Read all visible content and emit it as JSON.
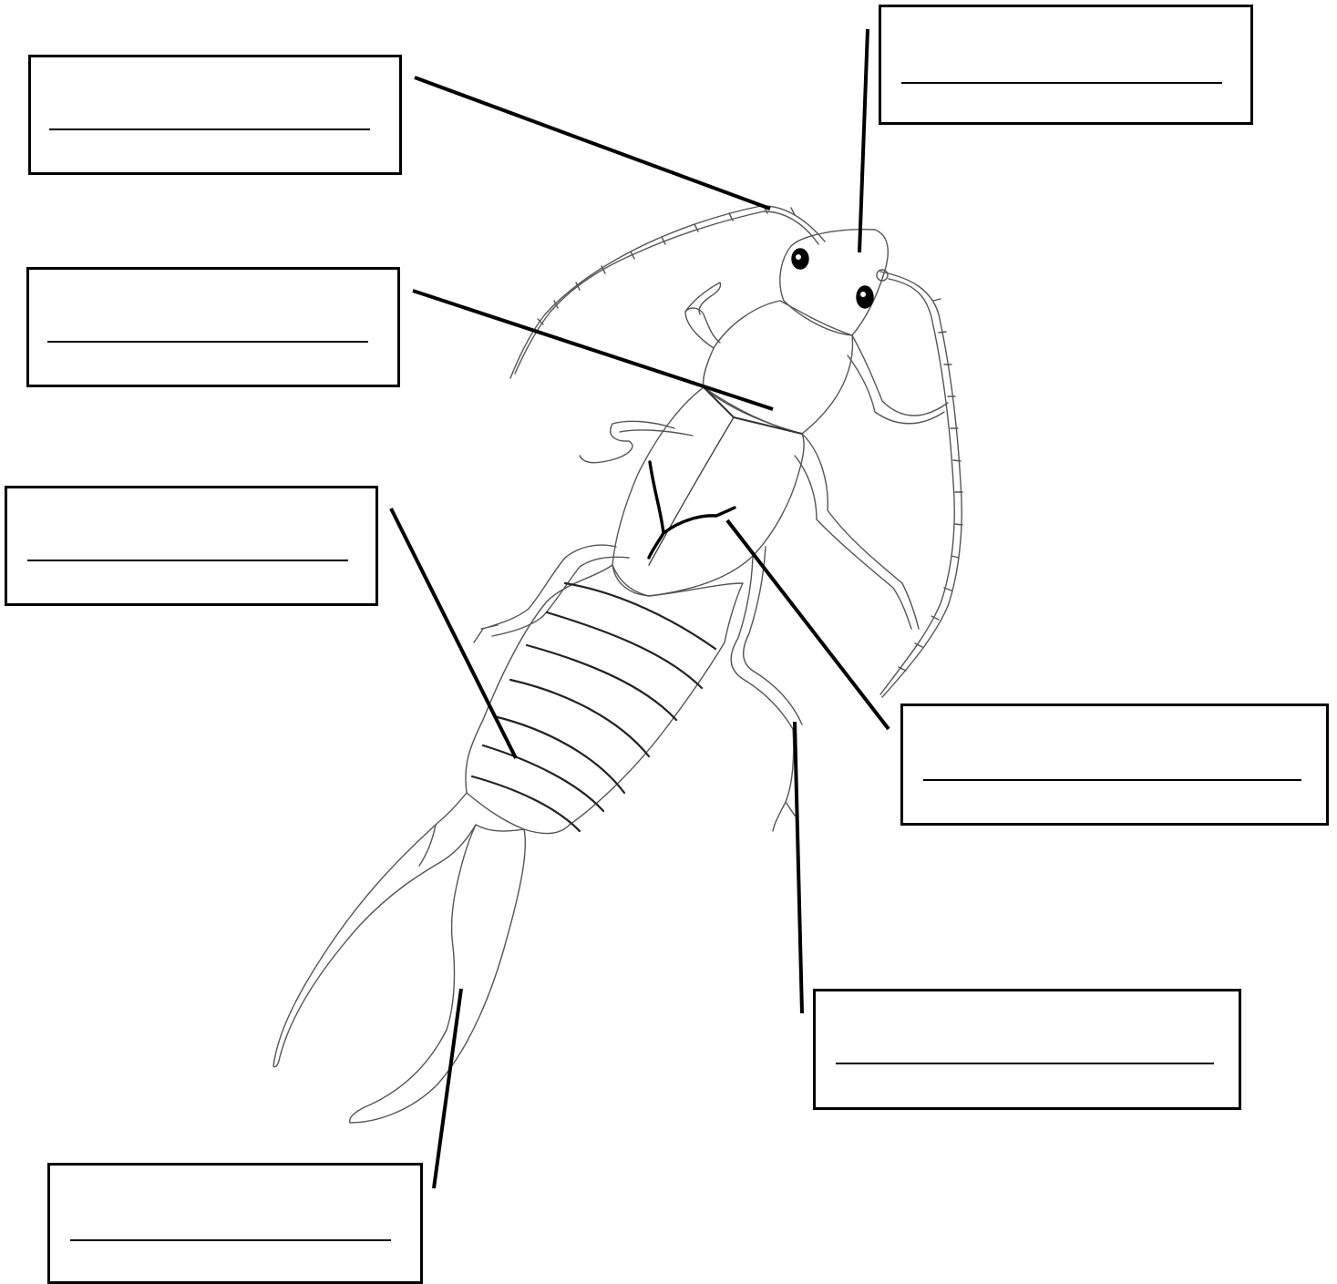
{
  "diagram": {
    "colors": {
      "outline": "#000000",
      "background": "#ffffff"
    },
    "labels": [
      {
        "id": "antenna",
        "answer": ""
      },
      {
        "id": "head",
        "answer": ""
      },
      {
        "id": "pronotum",
        "answer": ""
      },
      {
        "id": "abdomen",
        "answer": ""
      },
      {
        "id": "wings",
        "answer": ""
      },
      {
        "id": "leg",
        "answer": ""
      },
      {
        "id": "cerci",
        "answer": ""
      }
    ]
  }
}
